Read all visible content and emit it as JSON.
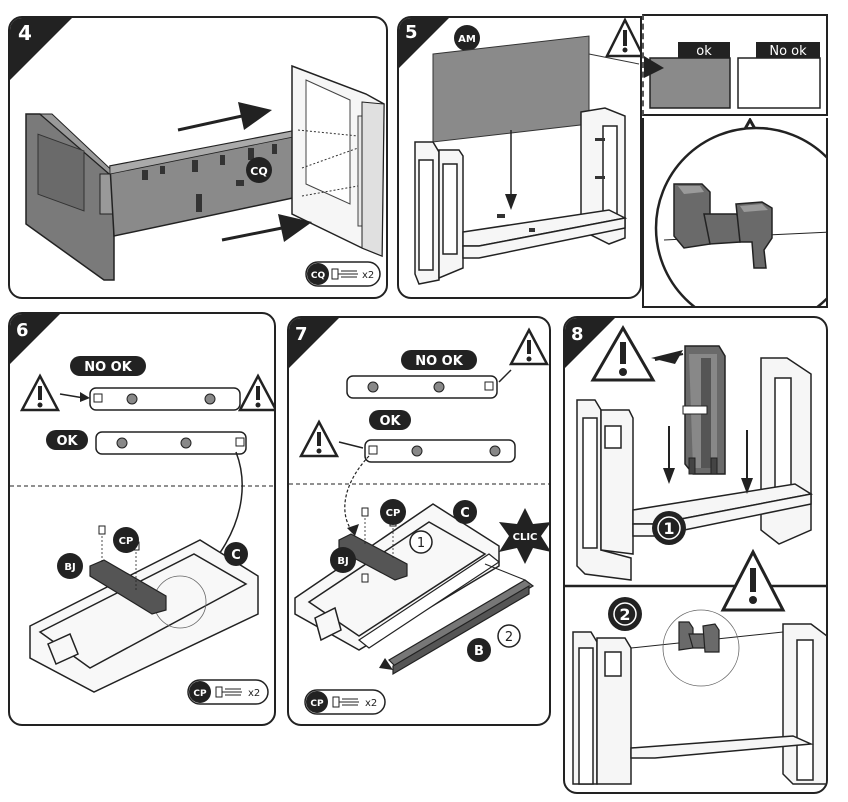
{
  "steps": {
    "s4": {
      "number": "4",
      "label_cq": "CQ",
      "part_cq": "CQ",
      "qty_cq": "x2"
    },
    "s5": {
      "number": "5",
      "label_am": "AM",
      "ok": "ok",
      "no_ok": "No ok"
    },
    "s6": {
      "number": "6",
      "no_ok": "NO OK",
      "ok": "OK",
      "label_bj": "BJ",
      "label_cp": "CP",
      "label_c": "C",
      "part_cp": "CP",
      "qty_cp": "x2"
    },
    "s7": {
      "number": "7",
      "no_ok": "NO OK",
      "ok": "OK",
      "label_cp": "CP",
      "label_c": "C",
      "label_bj": "BJ",
      "clic": "CLIC",
      "label_b": "B",
      "seq_1": "1",
      "seq_2": "2",
      "part_cp": "CP",
      "qty_cp": "x2"
    },
    "s8": {
      "number": "8",
      "seq_1": "1",
      "seq_2": "2"
    }
  },
  "colors": {
    "panel_fill": "#8a8a8a",
    "line": "#222222",
    "dark_part": "#555555",
    "light_part": "#f2f2f2"
  }
}
